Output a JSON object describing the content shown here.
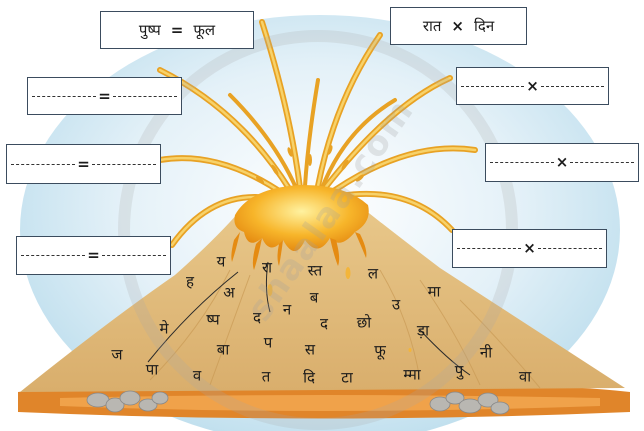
{
  "example_synonym": {
    "left": "पुष्प",
    "op": "=",
    "right": "फूल"
  },
  "example_antonym": {
    "left": "रात",
    "op": "×",
    "right": "दिन"
  },
  "blank_synonym_op": "=",
  "blank_antonym_op": "×",
  "watermark_text": "shaalaa.com",
  "letters": [
    "ह",
    "य",
    "रा",
    "स्त",
    "ल",
    "अ",
    "ब",
    "उ",
    "मा",
    "ष्प",
    "द",
    "न",
    "द",
    "छो",
    "ड़ा",
    "मे",
    "बा",
    "प",
    "स",
    "फू",
    "नी",
    "ज",
    "पा",
    "व",
    "त",
    "दि",
    "टा",
    "म्मा",
    "पु",
    "वा"
  ]
}
